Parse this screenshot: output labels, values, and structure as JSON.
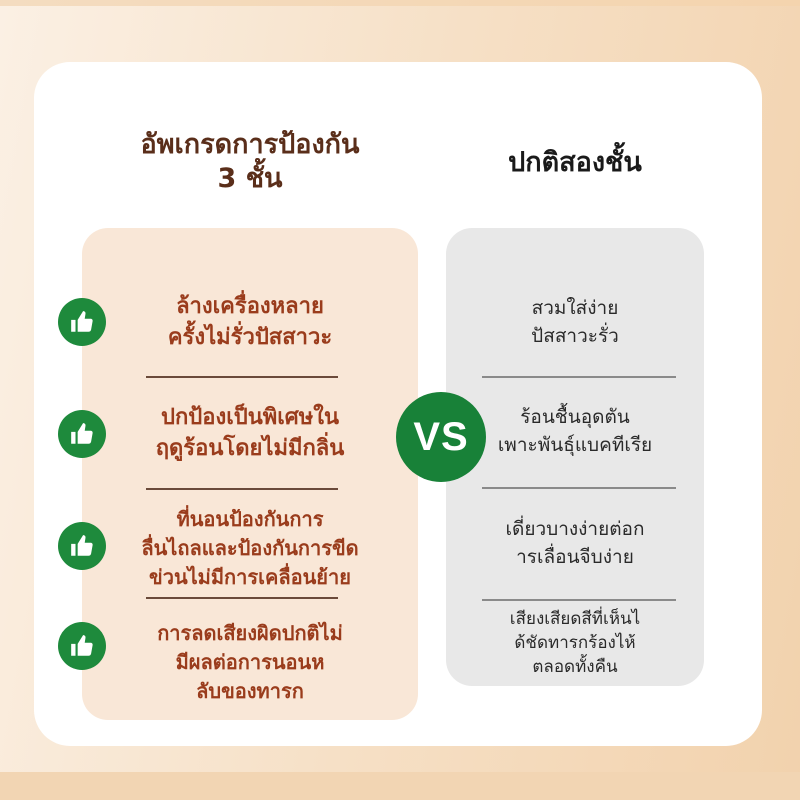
{
  "colors": {
    "left_heading": "#5a2e1a",
    "left_text": "#9a3c1c",
    "left_panel": "#f9e7d7",
    "right_panel": "#e8e8e8",
    "accent_green": "#1e8a3c",
    "right_text": "#2a2a2a"
  },
  "left": {
    "heading_line1": "อัพเกรดการป้องกัน",
    "heading_line2": "3 ชั้น",
    "items": [
      {
        "icon": "thumbs-up-icon",
        "lines": [
          "ล้างเครื่องหลาย",
          "ครั้งไม่รั่วปัสสาวะ"
        ]
      },
      {
        "icon": "thumbs-up-icon",
        "lines": [
          "ปกป้องเป็นพิเศษใน",
          "ฤดูร้อนโดยไม่มีกลิ่น"
        ]
      },
      {
        "icon": "thumbs-up-icon",
        "lines": [
          "ที่นอนป้องกันการ",
          "ลื่นไถลและป้องกันการขีด",
          "ข่วนไม่มีการเคลื่อนย้าย"
        ]
      },
      {
        "icon": "thumbs-up-icon",
        "lines": [
          "การลดเสียงผิดปกติไม่",
          "มีผลต่อการนอนห",
          "ลับของทารก"
        ]
      }
    ]
  },
  "vs_label": "VS",
  "right": {
    "heading": "ปกติสองชั้น",
    "items": [
      {
        "lines": [
          "สวมใส่ง่าย",
          "ปัสสาวะรั่ว"
        ]
      },
      {
        "lines": [
          "ร้อนชื้นอุดตัน",
          "เพาะพันธุ์แบคทีเรีย"
        ]
      },
      {
        "lines": [
          "เดี่ยวบางง่ายต่อก",
          "ารเลื่อนจีบง่าย"
        ]
      },
      {
        "lines": [
          "เสียงเสียดสีที่เห็นไ",
          "ด้ชัดทารกร้องไห้",
          "ตลอดทั้งคืน"
        ]
      }
    ]
  }
}
